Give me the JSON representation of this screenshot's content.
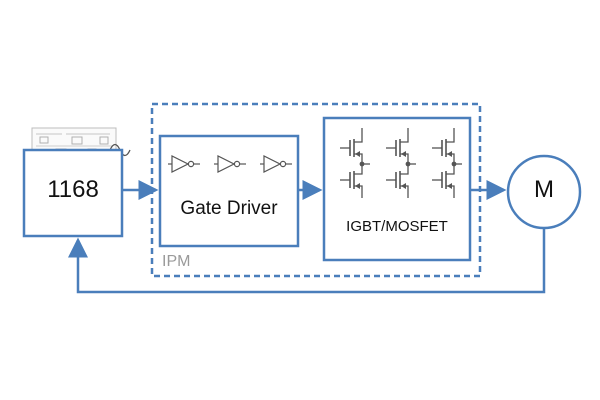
{
  "diagram": {
    "controller": {
      "label": "1168"
    },
    "gate_driver": {
      "label": "Gate Driver",
      "buffer_count": 3
    },
    "power_switch": {
      "label": "IGBT/MOSFET",
      "leg_count": 3
    },
    "ipm": {
      "label": "IPM"
    },
    "motor": {
      "label": "M"
    }
  },
  "colors": {
    "line": "#4a7ebb",
    "ipm_label": "#9a9a9a",
    "symbol": "#555555",
    "text": "#111111"
  }
}
